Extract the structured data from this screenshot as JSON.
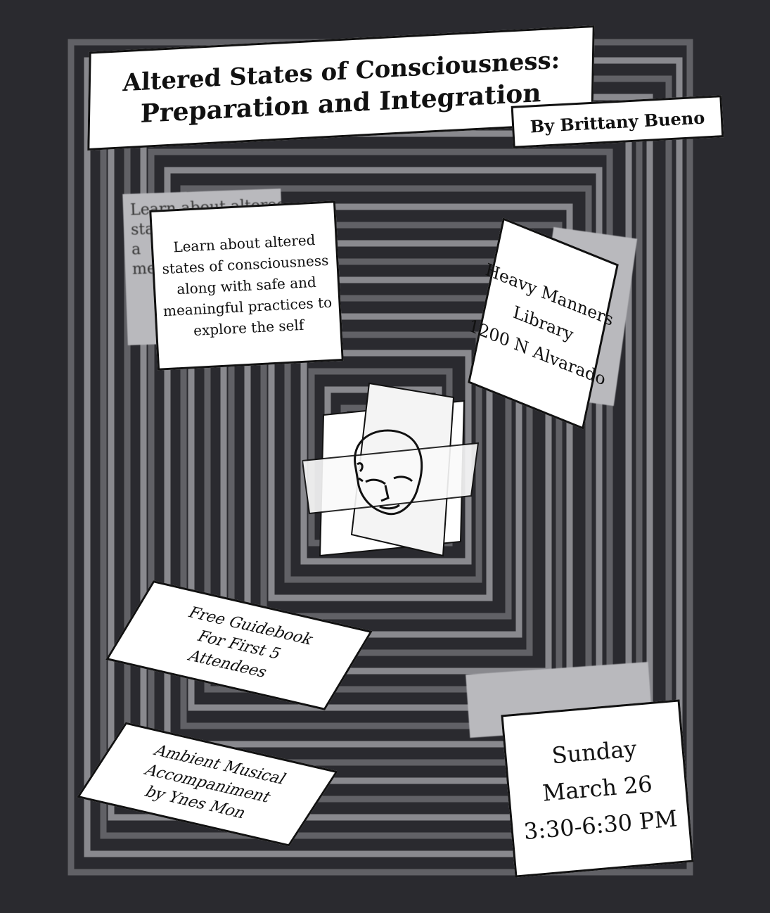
{
  "title": {
    "line1": "Altered States of Consciousness:",
    "line2": "Preparation and Integration"
  },
  "byline": "By Brittany Bueno",
  "description": {
    "lines": [
      "Learn about altered",
      "states of consciousness",
      "along with safe and",
      "meaningful practices to",
      "explore the self"
    ],
    "ghost_lines": [
      "Learn about altered",
      "sta",
      "a",
      "me"
    ]
  },
  "venue": {
    "lines": [
      "Heavy Manners",
      "Library",
      "1200 N Alvarado"
    ]
  },
  "guidebook": {
    "lines": [
      "Free Guidebook",
      "For First 5",
      "Attendees"
    ]
  },
  "music": {
    "lines": [
      "Ambient Musical",
      "Accompaniment",
      "by Ynes Mon"
    ]
  },
  "datetime": {
    "day": "Sunday",
    "date": "March 26",
    "time": "3:30-6:30 PM"
  },
  "colors": {
    "background": "#2a2a2f",
    "stripe": "#8e8e94",
    "card": "#ffffff"
  },
  "center_image": "head-illustration-with-intersecting-planes"
}
